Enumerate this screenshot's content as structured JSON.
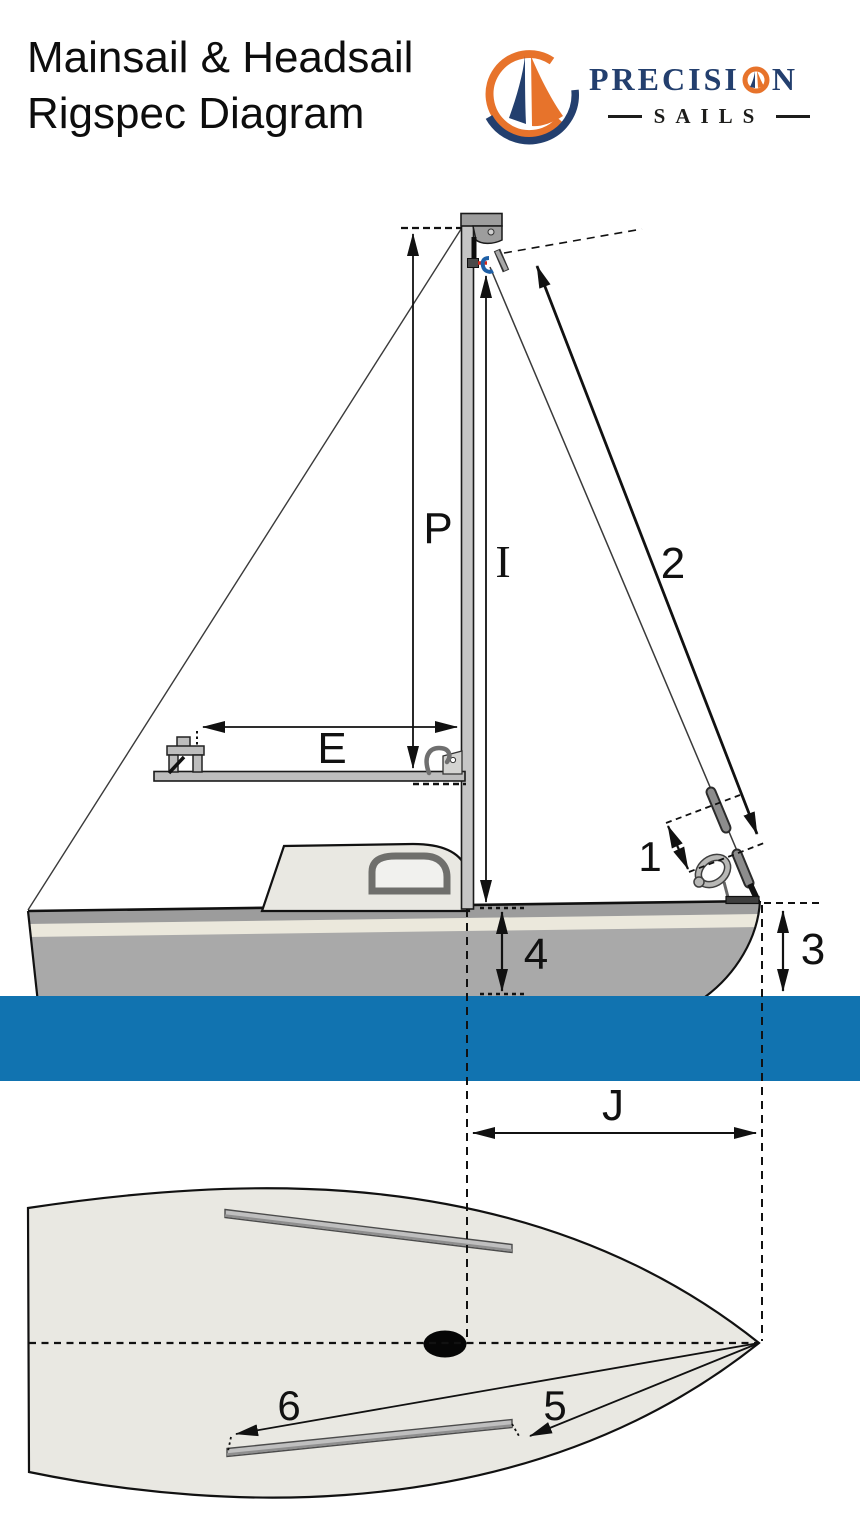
{
  "header": {
    "title_line1": "Mainsail & Headsail",
    "title_line2": "Rigspec Diagram"
  },
  "logo": {
    "brand_part1": "PRECISI",
    "brand_part2": "N",
    "brand_sub": "SAILS"
  },
  "labels": {
    "p": "P",
    "i": "I",
    "e": "E",
    "j": "J",
    "n1": "1",
    "n2": "2",
    "n3": "3",
    "n4": "4",
    "n5": "5",
    "n6": "6"
  },
  "colors": {
    "water": "#1173b0",
    "shackle_blue": "#1e5fa6",
    "halyard_link_red": "#d0281c",
    "logo_navy": "#233f6e",
    "logo_orange": "#e7732b",
    "hull_gray": "#a9a9a9",
    "hull_stripe": "#ebe8dc",
    "deck_fill": "#e9e8e2",
    "ink": "#111111"
  }
}
